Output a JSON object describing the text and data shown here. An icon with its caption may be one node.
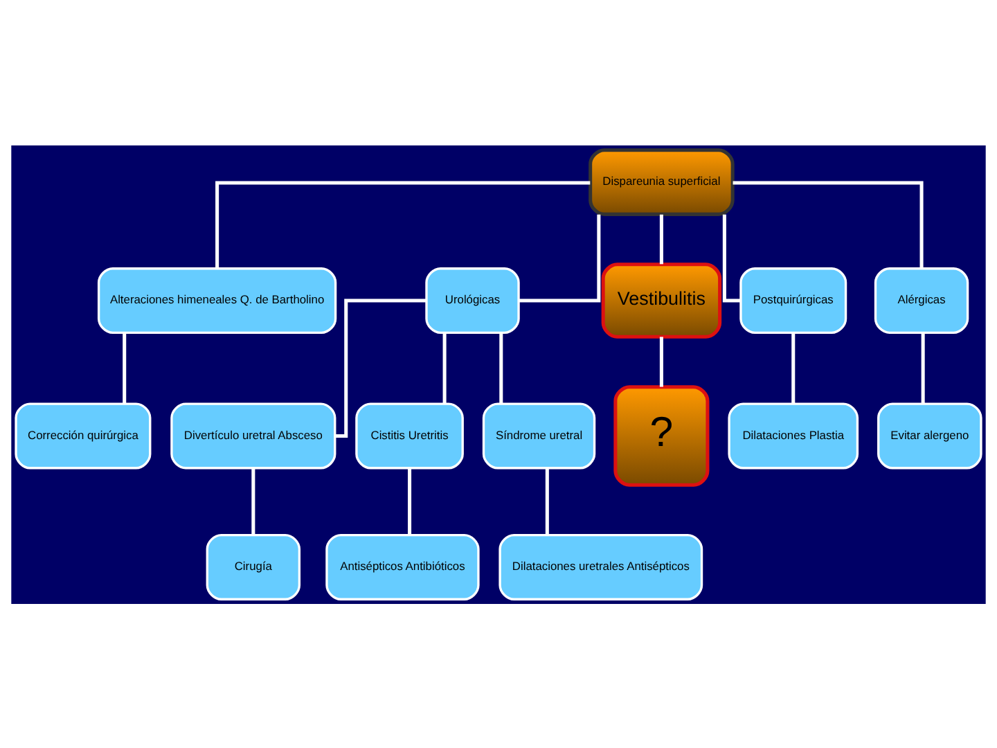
{
  "diagram": {
    "nodes": [
      {
        "text": [
          "Dispareunia superficial"
        ]
      },
      {
        "text": [
          "Alteraciones himeneales Q. de Bartholino"
        ]
      },
      {
        "text": [
          "Urológicas"
        ]
      },
      {
        "text": [
          "Vestibulitis"
        ]
      },
      {
        "text": [
          "Postquirúrgicas"
        ]
      },
      {
        "text": [
          "Alérgicas"
        ]
      },
      {
        "text": [
          "Corrección quirúrgica"
        ]
      },
      {
        "text": [
          "Divertículo uretral Absceso"
        ]
      },
      {
        "text": [
          "Cistitis Uretritis"
        ]
      },
      {
        "text": [
          "Síndrome uretral"
        ]
      },
      {
        "text": [
          "?"
        ]
      },
      {
        "text": [
          "Dilataciones Plastia"
        ]
      },
      {
        "text": [
          "Evitar alergeno"
        ]
      },
      {
        "text": [
          "Cirugía"
        ]
      },
      {
        "text": [
          "Antisépticos Antibióticos"
        ]
      },
      {
        "text": [
          "Dilataciones uretrales Antisépticos"
        ]
      }
    ],
    "edges": [
      {
        "from": 0,
        "to": 1,
        "arrow": "none"
      },
      {
        "from": 0,
        "to": 2,
        "arrow": "none"
      },
      {
        "from": 0,
        "to": 3,
        "arrow": "none"
      },
      {
        "from": 0,
        "to": 4,
        "arrow": "none"
      },
      {
        "from": 0,
        "to": 5,
        "arrow": "none"
      },
      {
        "from": 1,
        "to": 6,
        "arrow": "none"
      },
      {
        "from": 2,
        "to": 7,
        "arrow": "none"
      },
      {
        "from": 2,
        "to": 8,
        "arrow": "none"
      },
      {
        "from": 2,
        "to": 9,
        "arrow": "none"
      },
      {
        "from": 3,
        "to": 10,
        "arrow": "none"
      },
      {
        "from": 4,
        "to": 11,
        "arrow": "none"
      },
      {
        "from": 5,
        "to": 12,
        "arrow": "none"
      },
      {
        "from": 7,
        "to": 13,
        "arrow": "none"
      },
      {
        "from": 8,
        "to": 14,
        "arrow": "none"
      },
      {
        "from": 9,
        "to": 15,
        "arrow": "none"
      }
    ]
  }
}
